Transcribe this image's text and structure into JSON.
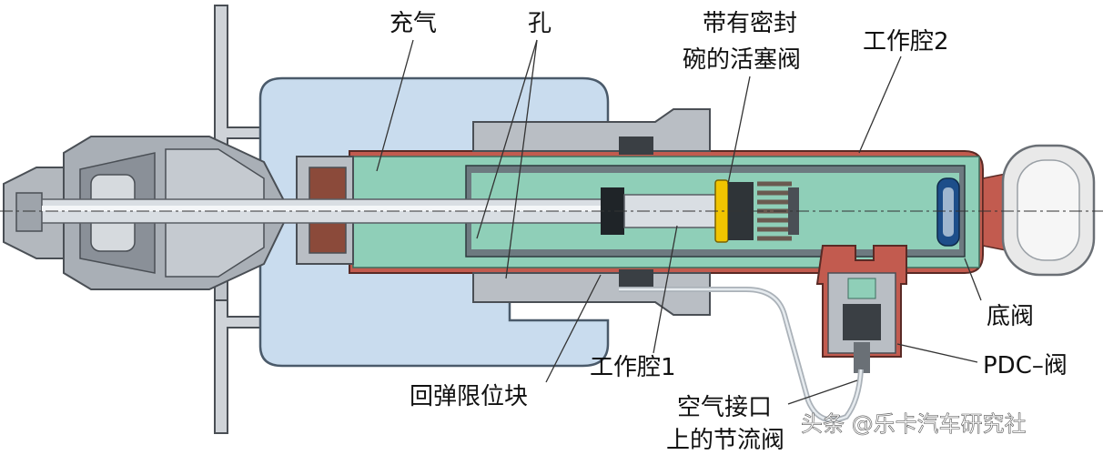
{
  "diagram": {
    "labels": {
      "charge_air": "充气",
      "hole": "孔",
      "piston_valve_line1": "带有密封",
      "piston_valve_line2": "碗的活塞阀",
      "chamber2": "工作腔2",
      "base_valve": "底阀",
      "pdc_valve": "PDC–阀",
      "chamber1": "工作腔1",
      "rebound_stop": "回弹限位块",
      "throttle_line1": "空气接口",
      "throttle_line2": "上的节流阀"
    },
    "watermark": "头条 @乐卡汽车研究社",
    "colors": {
      "air_spring": "#c9dcee",
      "air_spring_edge": "#4a5a6a",
      "metal": "#b9bec4",
      "metal_edge": "#4a4f55",
      "oil": "#8fcfb8",
      "oil_edge": "#3e6e5f",
      "rod": "#d9dee3",
      "seal_ring": "#f1c400",
      "outer_tube": "#c25b4f",
      "rubber": "#e9e9e9",
      "leader_line": "#333333"
    }
  }
}
